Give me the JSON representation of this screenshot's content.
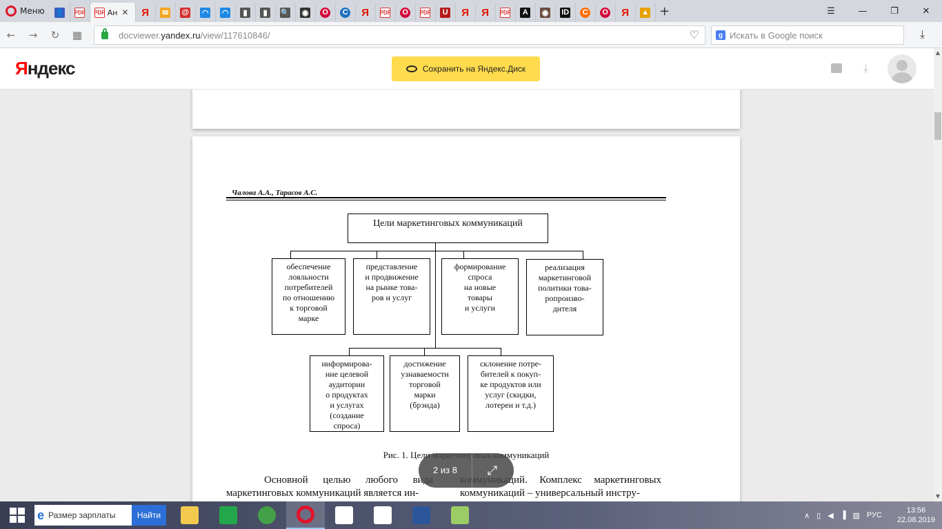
{
  "browser": {
    "menu_label": "Меню",
    "active_tab_label": "Ан",
    "tab_close": "✕",
    "new_tab": "+",
    "tabs": [
      {
        "icon": "user-icon",
        "color": "#3a5bbf",
        "glyph": "👤"
      },
      {
        "icon": "pdf-icon",
        "color": "#d33",
        "glyph": "PDF"
      },
      {
        "icon": "yandex-icon",
        "color": "#e61400",
        "glyph": "Я"
      },
      {
        "icon": "mail-icon",
        "color": "#f5a623",
        "glyph": "✉"
      },
      {
        "icon": "mail-ru-icon",
        "color": "#d32f2f",
        "glyph": "@"
      },
      {
        "icon": "wave-icon",
        "color": "#1e88e5",
        "glyph": "◠"
      },
      {
        "icon": "wave-icon",
        "color": "#1e88e5",
        "glyph": "◠"
      },
      {
        "icon": "document-icon",
        "color": "#555",
        "glyph": "▮"
      },
      {
        "icon": "document-icon",
        "color": "#555",
        "glyph": "▮"
      },
      {
        "icon": "search-doc-icon",
        "color": "#555",
        "glyph": "🔍"
      },
      {
        "icon": "globe-icon",
        "color": "#333",
        "glyph": "◉"
      },
      {
        "icon": "opera-icon",
        "color": "#d3003a",
        "glyph": "O"
      },
      {
        "icon": "cyber-icon",
        "color": "#1c6fbf",
        "glyph": "C"
      },
      {
        "icon": "yandex-icon",
        "color": "#e61400",
        "glyph": "Я"
      },
      {
        "icon": "pdf-icon",
        "color": "#d33",
        "glyph": "PDF"
      },
      {
        "icon": "opera-icon",
        "color": "#d3003a",
        "glyph": "O"
      },
      {
        "icon": "pdf-icon",
        "color": "#d33",
        "glyph": "PDF"
      },
      {
        "icon": "bookmark-icon",
        "color": "#b71c1c",
        "glyph": "U"
      },
      {
        "icon": "yandex-icon",
        "color": "#e61400",
        "glyph": "Я"
      },
      {
        "icon": "yandex-icon",
        "color": "#e61400",
        "glyph": "Я"
      },
      {
        "icon": "pdf-icon",
        "color": "#d33",
        "glyph": "PDF"
      },
      {
        "icon": "font-icon",
        "color": "#111",
        "glyph": "A"
      },
      {
        "icon": "photo-icon",
        "color": "#6d4c41",
        "glyph": "◉"
      },
      {
        "icon": "idiom-icon",
        "color": "#111",
        "glyph": "ID"
      },
      {
        "icon": "ring-icon",
        "color": "#ff6f00",
        "glyph": "C"
      },
      {
        "icon": "opera-icon",
        "color": "#d3003a",
        "glyph": "O"
      },
      {
        "icon": "yandex-icon",
        "color": "#e61400",
        "glyph": "Я"
      },
      {
        "icon": "picture-icon",
        "color": "#e6a100",
        "glyph": "▲"
      }
    ],
    "url_prefix": "docviewer.",
    "url_domain": "yandex.ru",
    "url_path": "/view/117610846/",
    "search_placeholder": "Искать в Google поиск",
    "window_controls": {
      "minimize": "—",
      "restore": "❐",
      "close": "✕",
      "tabs_menu": "☰"
    }
  },
  "yandex": {
    "logo_first": "Я",
    "logo_rest": "ндекс",
    "save_button": "Сохранить на Яндекс.Диск"
  },
  "document": {
    "authors": "Чалова А.А., Тарасов А.С.",
    "root": "Цели маркетинговых коммуникаций",
    "row1": [
      "обеспечение\nлояльности\nпотребителей\nпо отношению\nк торговой\nмарке",
      "представление\nи продвижение\nна рынке това-\nров и услуг",
      "формирование\nспроса\nна новые\nтовары\nи услуги",
      "реализация\nмаркетинговой\nполитики това-\nропроизво-\nдителя"
    ],
    "row2": [
      "информирова-\nние целевой\nаудитории\nо продуктах\nи услугах\n(создание\nспроса)",
      "достижение\nузнаваемости\nторговой\nмарки\n(брэнда)",
      "склонение потре-\nбителей к покуп-\nке продуктов или\nуслуг (скидки,\nлотереи и т.д.)"
    ],
    "caption": "Рис. 1. Цели маркетинговых коммуникаций",
    "col_left": "Основной целью любого вида маркетинговых коммуникаций является ин-",
    "col_right": "коммуникаций. Комплекс маркетинговых коммуникаций – универсальный инстру-",
    "pager_count": "2 из 8",
    "expand_glyph": "⤢"
  },
  "taskbar": {
    "search_text": "Размер зарплаты",
    "search_button": "Найти",
    "apps": [
      {
        "name": "file-explorer-icon",
        "color": "#f2c94c"
      },
      {
        "name": "store-icon",
        "color": "#22a84a"
      },
      {
        "name": "radio-icon",
        "color": "#43a047"
      },
      {
        "name": "opera-icon",
        "color": "#e0142a"
      },
      {
        "name": "blank-document-icon",
        "color": "#ffffff"
      },
      {
        "name": "blank-document-icon",
        "color": "#ffffff"
      },
      {
        "name": "word-icon",
        "color": "#2b579a"
      },
      {
        "name": "phone-icon",
        "color": "#9ccc65"
      }
    ],
    "language": "РУС",
    "time": "13:56",
    "date": "22.08.2019"
  }
}
